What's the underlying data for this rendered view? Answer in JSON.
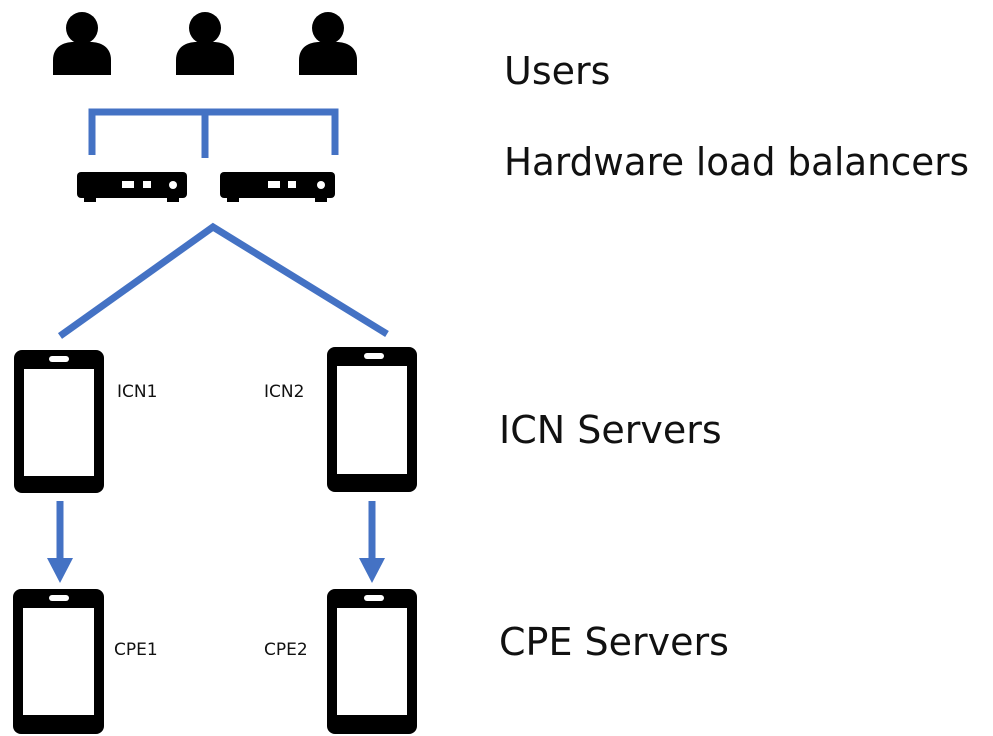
{
  "labels": {
    "users": "Users",
    "load_balancers": "Hardware load balancers",
    "icn_servers": "ICN Servers",
    "cpe_servers": "CPE Servers"
  },
  "servers": {
    "icn1": "ICN1",
    "icn2": "ICN2",
    "cpe1": "CPE1",
    "cpe2": "CPE2"
  },
  "icons": {
    "user": "user-icon",
    "load_balancer": "load-balancer-icon",
    "server": "server-icon",
    "arrow": "arrow-down-icon"
  },
  "colors": {
    "connector": "#4472C4",
    "icon": "#000000",
    "text": "#111111"
  }
}
